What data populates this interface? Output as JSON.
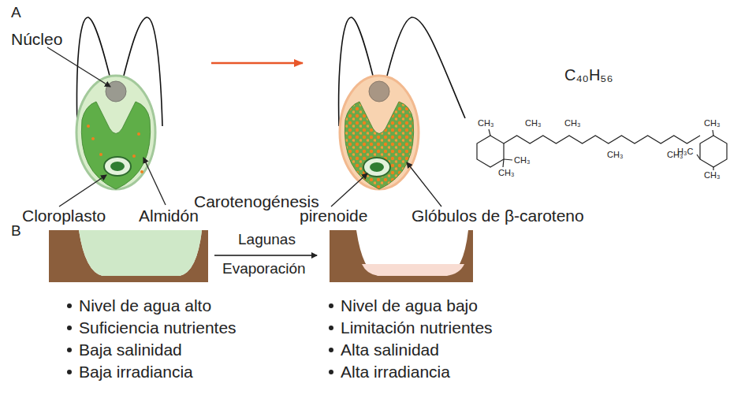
{
  "diagram": {
    "labels": [
      "A",
      "Núcleo",
      "Cloroplasto",
      "Almidón",
      "Carotenogénesis",
      "pirenoide",
      "Glóbulos de β-caroteno",
      "C₄₀H₅₆",
      "CH₃",
      "CH₃",
      "CH₃",
      "CH₃",
      "CH₃",
      "CH₃",
      "CH₃",
      "CH₃",
      "H₃C",
      "CH₃",
      "B",
      "Lagunas",
      "Evaporación",
      "Nivel de agua alto",
      "Suficiencia nutrientes",
      "Baja salinidad",
      "Baja irradiancia",
      "Nivel de agua bajo",
      "Limitación nutrientes",
      "Alta salinidad",
      "Alta irradiancia"
    ]
  }
}
